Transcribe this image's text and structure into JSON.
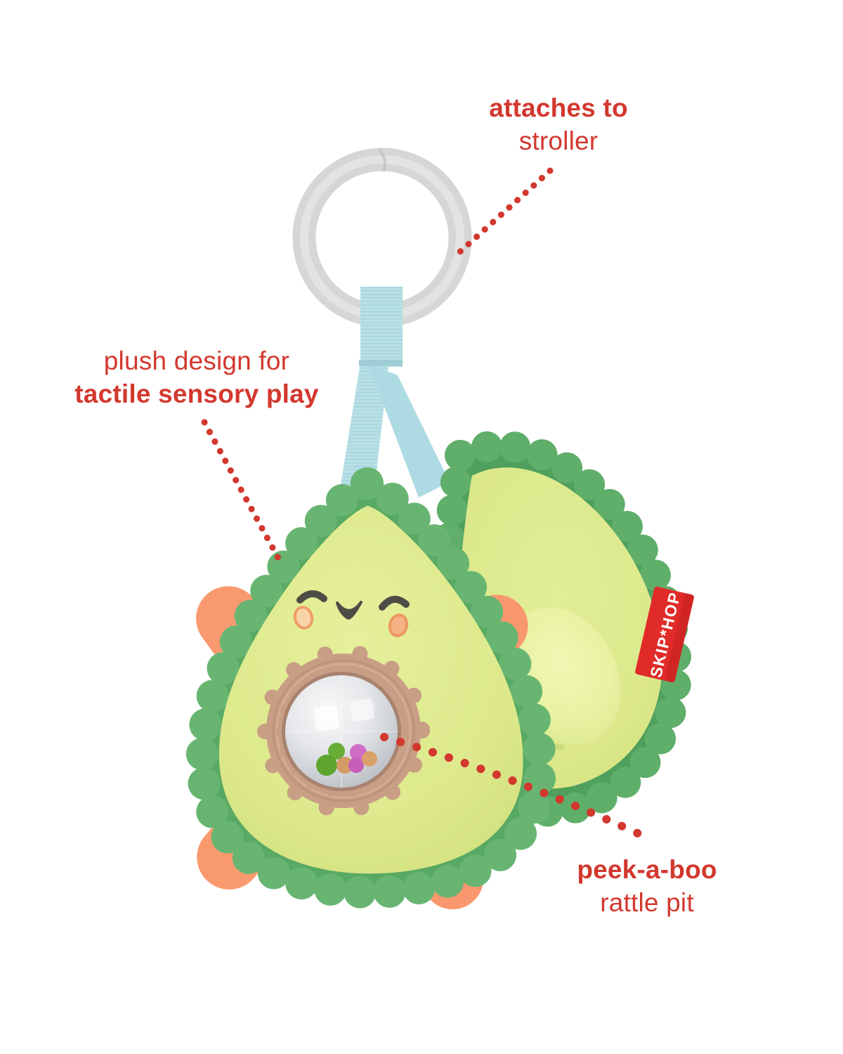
{
  "callouts": {
    "attaches": {
      "line1": "attaches to",
      "line2": "stroller"
    },
    "plush": {
      "line1": "plush design for",
      "line2": "tactile sensory play"
    },
    "peekaboo": {
      "line1": "peek-a-boo",
      "line2": "rattle pit"
    }
  },
  "brand": {
    "tag_text": "SKIP*HOP"
  },
  "colors": {
    "annotation_red": "#d2382e",
    "tag_red": "#e12b28",
    "avocado_flesh": "#dde98c",
    "avocado_rim_green": "#58a963",
    "ribbon_blue": "#bae0e6",
    "arm_orange": "#f9976e",
    "rattle_ring_tan": "#c89e85",
    "ring_gray": "#d6d6d6",
    "bead_green": "#67ad36",
    "bead_pink": "#cf6cc4",
    "bead_orange": "#d69a66"
  }
}
